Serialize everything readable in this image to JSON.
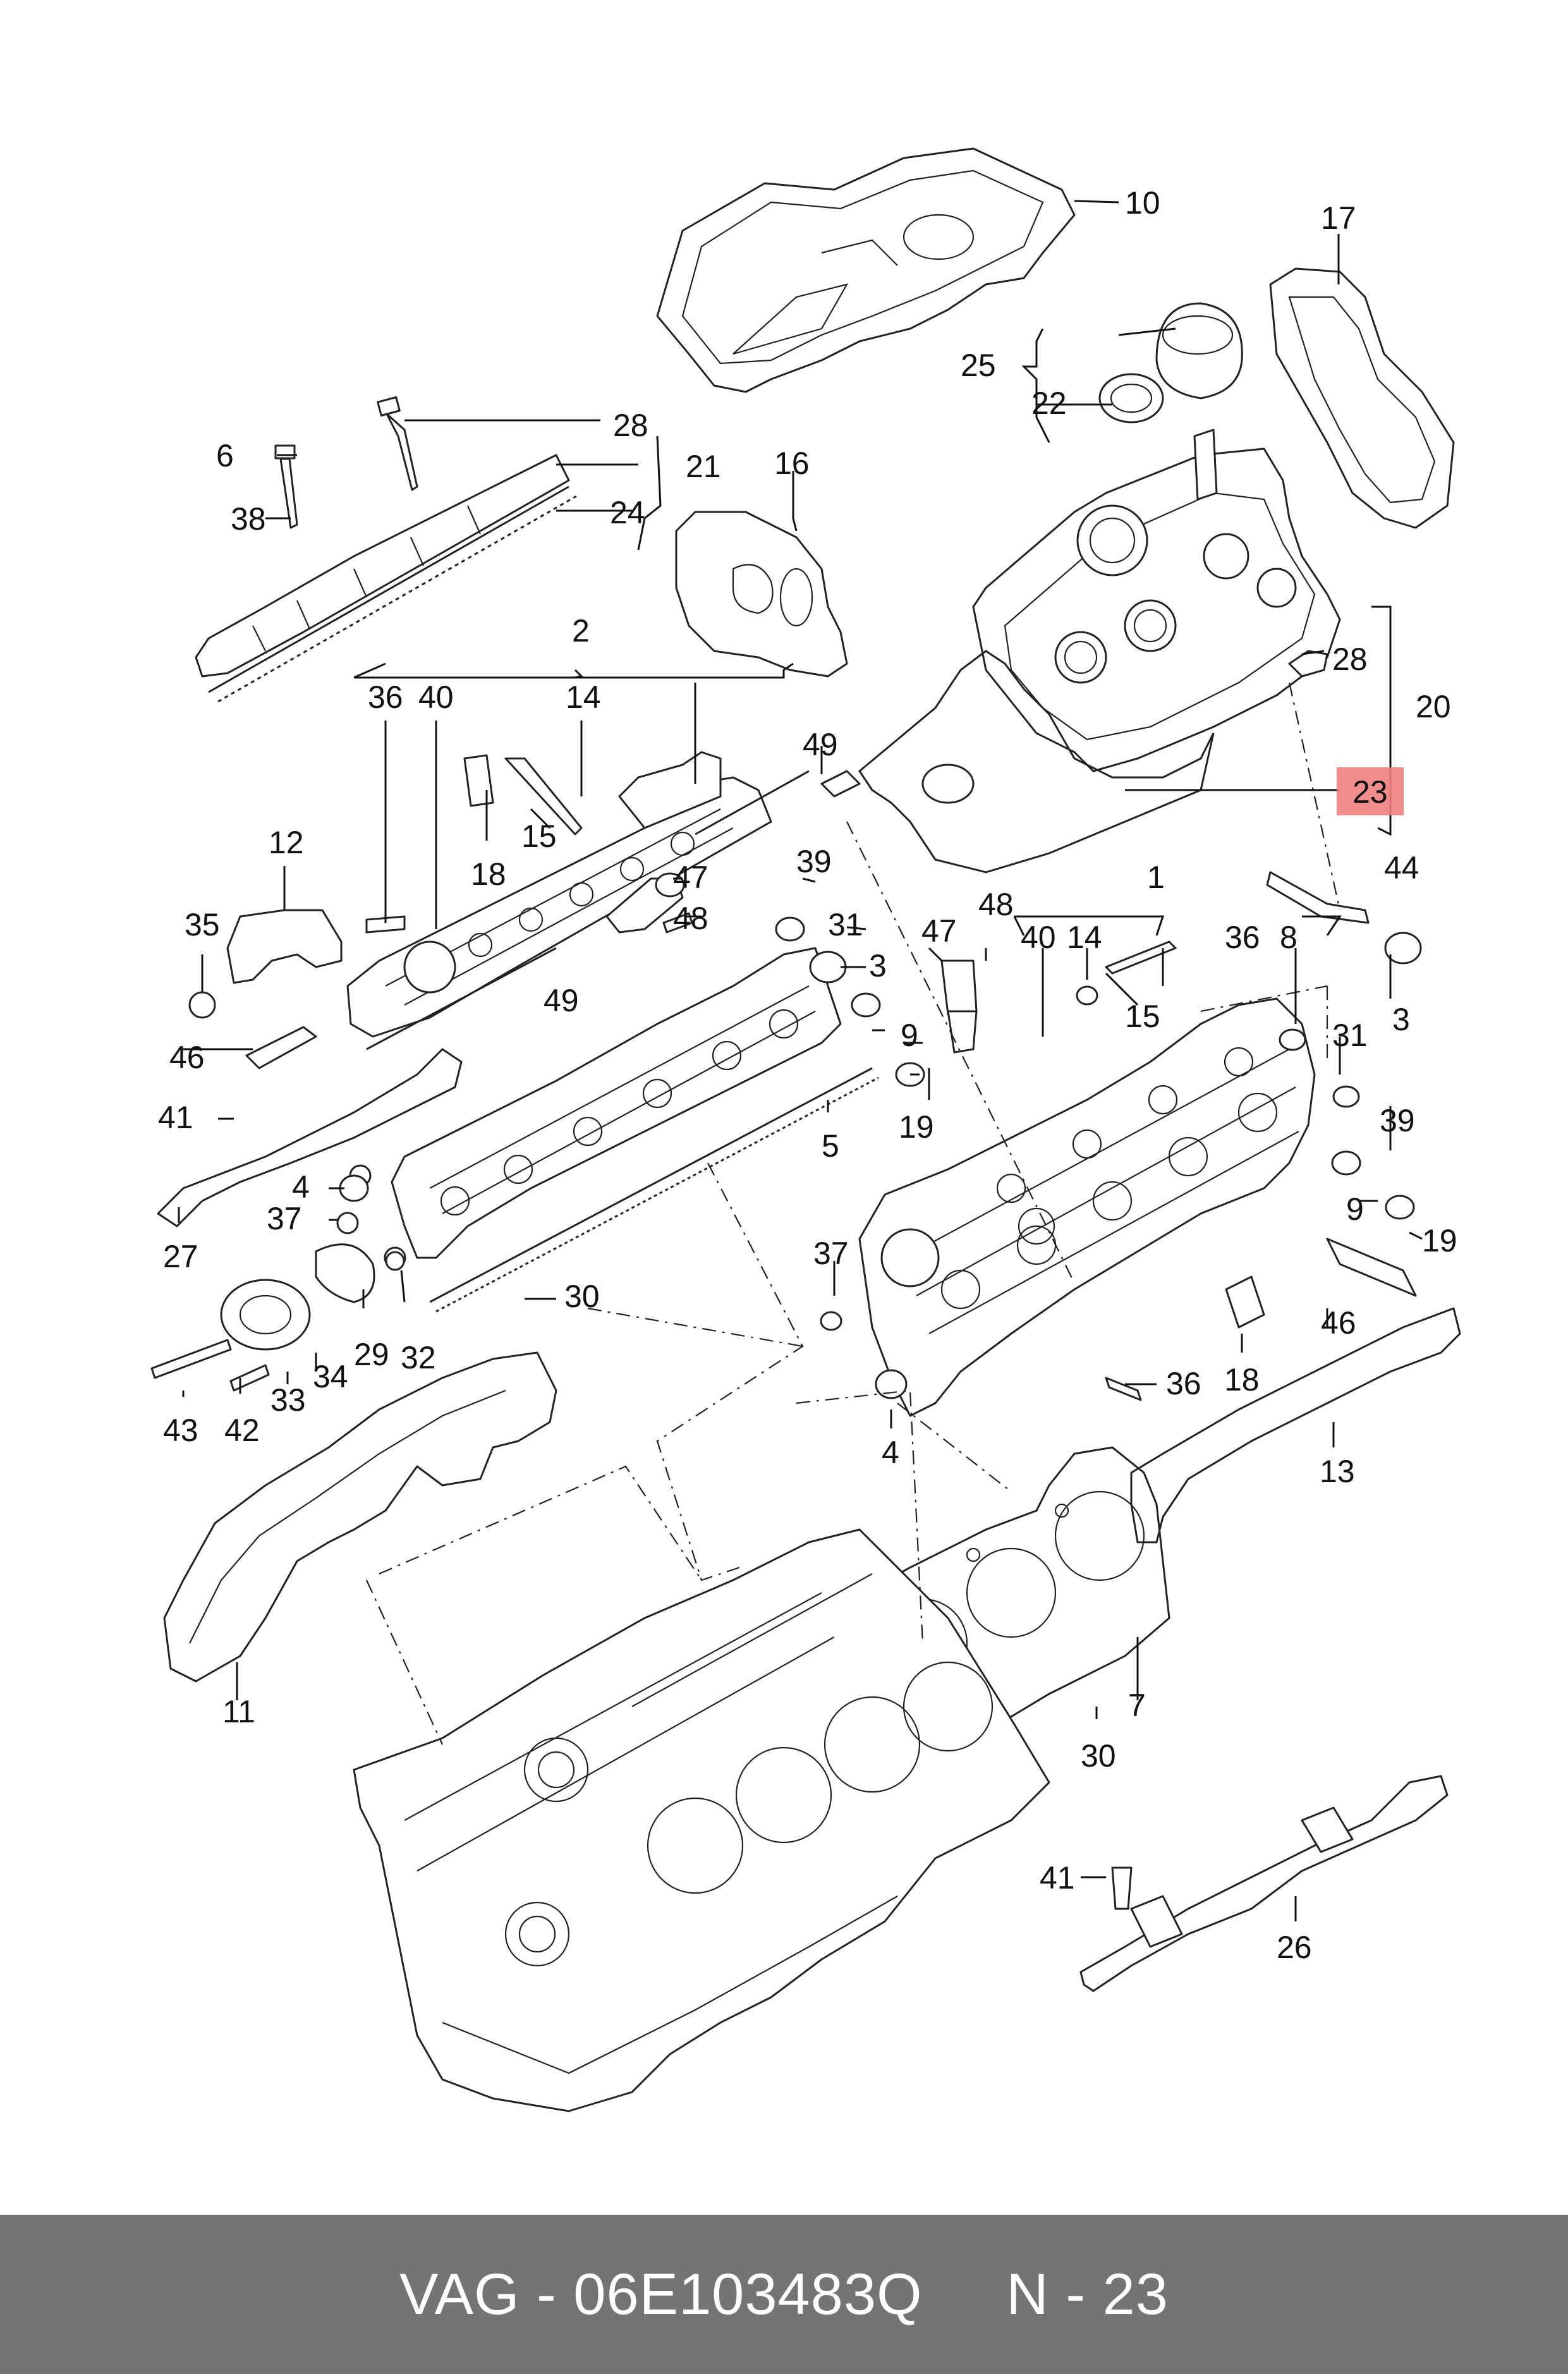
{
  "diagram": {
    "labels": [
      "10",
      "17",
      "25",
      "22",
      "28",
      "6",
      "21",
      "16",
      "38",
      "24",
      "2",
      "36",
      "40",
      "14",
      "49",
      "28",
      "20",
      "23",
      "18",
      "15",
      "47",
      "12",
      "48",
      "44",
      "39",
      "35",
      "31",
      "3",
      "1",
      "47",
      "48",
      "40",
      "14",
      "36",
      "8",
      "49",
      "9",
      "15",
      "3",
      "46",
      "19",
      "31",
      "41",
      "5",
      "39",
      "4",
      "9",
      "19",
      "37",
      "27",
      "30",
      "37",
      "46",
      "36",
      "18",
      "29",
      "32",
      "34",
      "13",
      "43",
      "42",
      "33",
      "4",
      "11",
      "7",
      "30",
      "41",
      "26"
    ],
    "highlight_label": "23",
    "highlight_color": "#f08080"
  },
  "footer": {
    "brand": "VAG",
    "part_number": "06E103483Q",
    "position": "N - 23",
    "text": "VAG - 06E103483Q     N - 23"
  }
}
